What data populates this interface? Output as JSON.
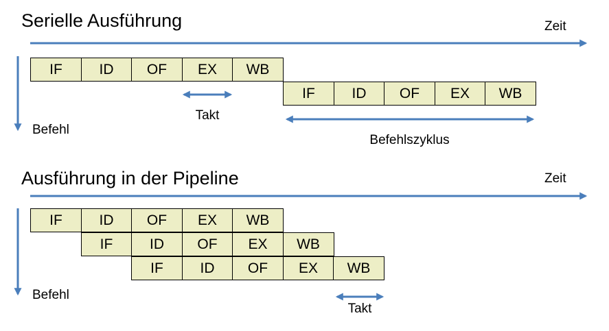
{
  "colors": {
    "arrow_blue": "#4a7ebb",
    "box_fill": "#edeec6",
    "box_border": "#000000",
    "text": "#000000",
    "background": "#ffffff"
  },
  "serial": {
    "title": "Serielle Ausführung",
    "time_label": "Zeit",
    "instruction_label": "Befehl",
    "clock_label": "Takt",
    "cycle_label": "Befehlszyklus",
    "rows": [
      {
        "stages": [
          "IF",
          "ID",
          "OF",
          "EX",
          "WB"
        ]
      },
      {
        "stages": [
          "IF",
          "ID",
          "OF",
          "EX",
          "WB"
        ]
      }
    ]
  },
  "pipeline": {
    "title": "Ausführung in der Pipeline",
    "time_label": "Zeit",
    "instruction_label": "Befehl",
    "clock_label": "Takt",
    "rows": [
      {
        "stages": [
          "IF",
          "ID",
          "OF",
          "EX",
          "WB"
        ]
      },
      {
        "stages": [
          "IF",
          "ID",
          "OF",
          "EX",
          "WB"
        ]
      },
      {
        "stages": [
          "IF",
          "ID",
          "OF",
          "EX",
          "WB"
        ]
      }
    ]
  }
}
